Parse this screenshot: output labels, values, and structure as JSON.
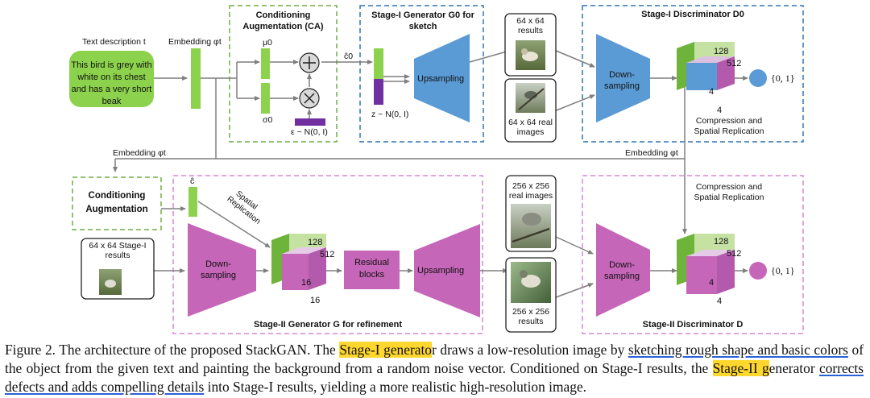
{
  "diagram": {
    "text_description_label": "Text description t",
    "text_description": "This bird is grey with white on its chest and has a very short beak",
    "embedding_label": "Embedding φt",
    "embedding_label_2": "Embedding φt",
    "embedding_label_3": "Embedding φt",
    "ca_title": "Conditioning Augmentation (CA)",
    "mu_label": "μ0",
    "sigma_label": "σ0",
    "epsilon_label": "ε ~ N(0, I)",
    "c0_label": "ĉ0",
    "stage1_gen_title": "Stage-I Generator G0 for sketch",
    "z_label": "z ~ N(0, I)",
    "upsampling_label": "Upsampling",
    "results_64_label": "64 x 64 results",
    "real_64_label": "64 x 64 real images",
    "stage1_disc_title": "Stage-I Discriminator D0",
    "downsampling_label": "Down-sampling",
    "cube1_top": "128",
    "cube1_side": "512",
    "cube1_depth": "4",
    "cube1_bottom": "4",
    "output_label_1": "{0, 1}",
    "compress_label_1": "Compression and Spatial Replication",
    "ca2_title": "Conditioning Augmentation",
    "c_hat_label": "ĉ",
    "spatial_rep_label": "Spatial Replication",
    "stage1_results_label": "64 x 64 Stage-I results",
    "down2_label": "Down-sampling",
    "cube2_top": "128",
    "cube2_side": "512",
    "cube2_depth": "16",
    "cube2_bottom": "16",
    "residual_label": "Residual blocks",
    "upsampling2_label": "Upsampling",
    "real_256_label": "256 x 256 real images",
    "results_256_label": "256 x 256 results",
    "stage2_gen_title": "Stage-II Generator G for refinement",
    "compress_label_2": "Compression and Spatial Replication",
    "down3_label": "Down-sampling",
    "cube3_top": "128",
    "cube3_side": "512",
    "cube3_depth": "4",
    "cube3_bottom": "4",
    "output_label_2": "{0, 1}",
    "stage2_disc_title": "Stage-II Discriminator D"
  },
  "caption": {
    "p1": "Figure 2. The architecture of the proposed StackGAN. The ",
    "h1": "Stage-I generato",
    "p2": "r draws a low-resolution image by ",
    "u1": "sketching rough shape and basic colors",
    "p3": " of the object from the given text and painting the background from a random noise vector. Conditioned on Stage-I results, the ",
    "h2": "Stage-II g",
    "p4": "enerator ",
    "u2": "corrects defects and adds compelling details",
    "p5": " into Stage-I results, yielding a more realistic high-resolution image."
  },
  "colors": {
    "green": "#8cd24c",
    "green_dark": "#6fb43a",
    "blue": "#5b9bd5",
    "magenta": "#c566b8",
    "purple": "#7030a0",
    "dashed_green": "#70ad47",
    "dashed_blue": "#2e75b6",
    "dashed_pink": "#d886d0"
  }
}
